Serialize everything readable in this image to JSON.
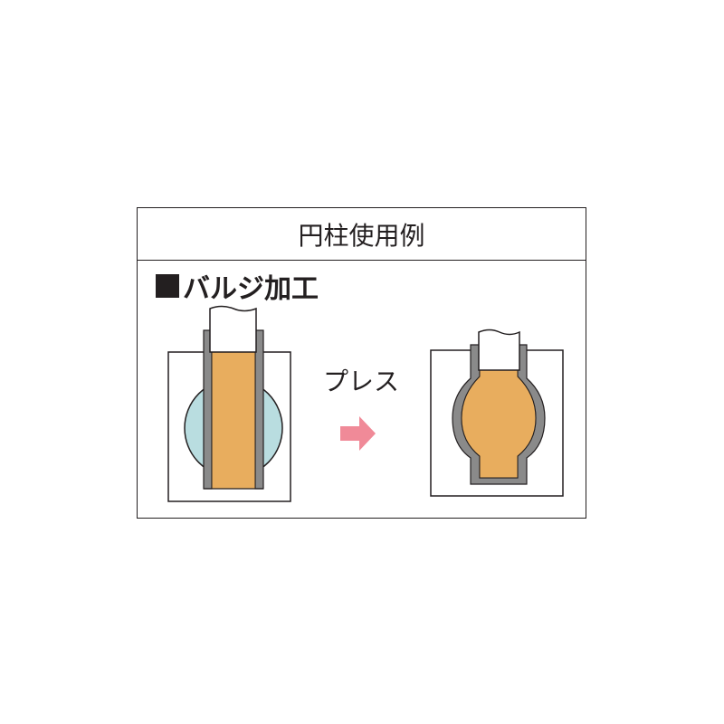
{
  "header": {
    "title": "円柱使用例"
  },
  "section": {
    "bullet": "■",
    "title": "バルジ加工"
  },
  "process": {
    "label": "プレス"
  },
  "colors": {
    "border": "#231f20",
    "workpiece": "#e8ad5e",
    "cavity": "#b9dde0",
    "tube_wall": "#8a8a8a",
    "arrow": "#f08a98"
  },
  "icons": {
    "arrow": "right-arrow-icon"
  }
}
